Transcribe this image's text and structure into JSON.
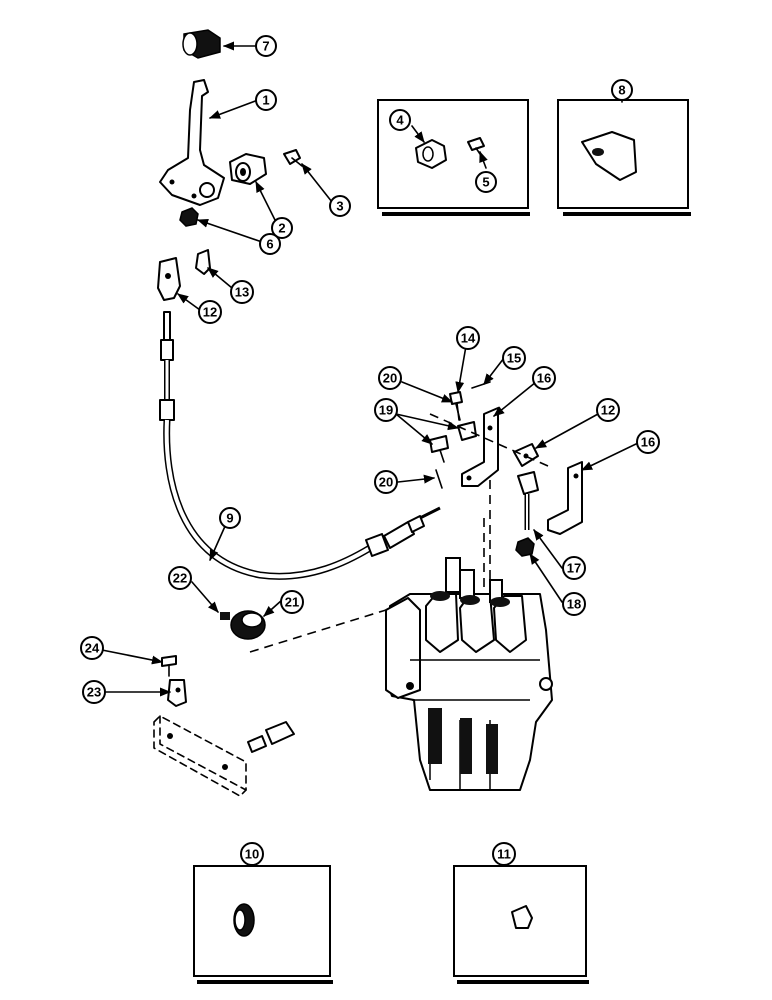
{
  "diagram": {
    "callouts": [
      "1",
      "2",
      "3",
      "4",
      "5",
      "6",
      "7",
      "8",
      "9",
      "10",
      "11",
      "12",
      "12",
      "13",
      "14",
      "15",
      "16",
      "16",
      "17",
      "18",
      "19",
      "20",
      "20",
      "21",
      "22",
      "23",
      "24"
    ]
  }
}
